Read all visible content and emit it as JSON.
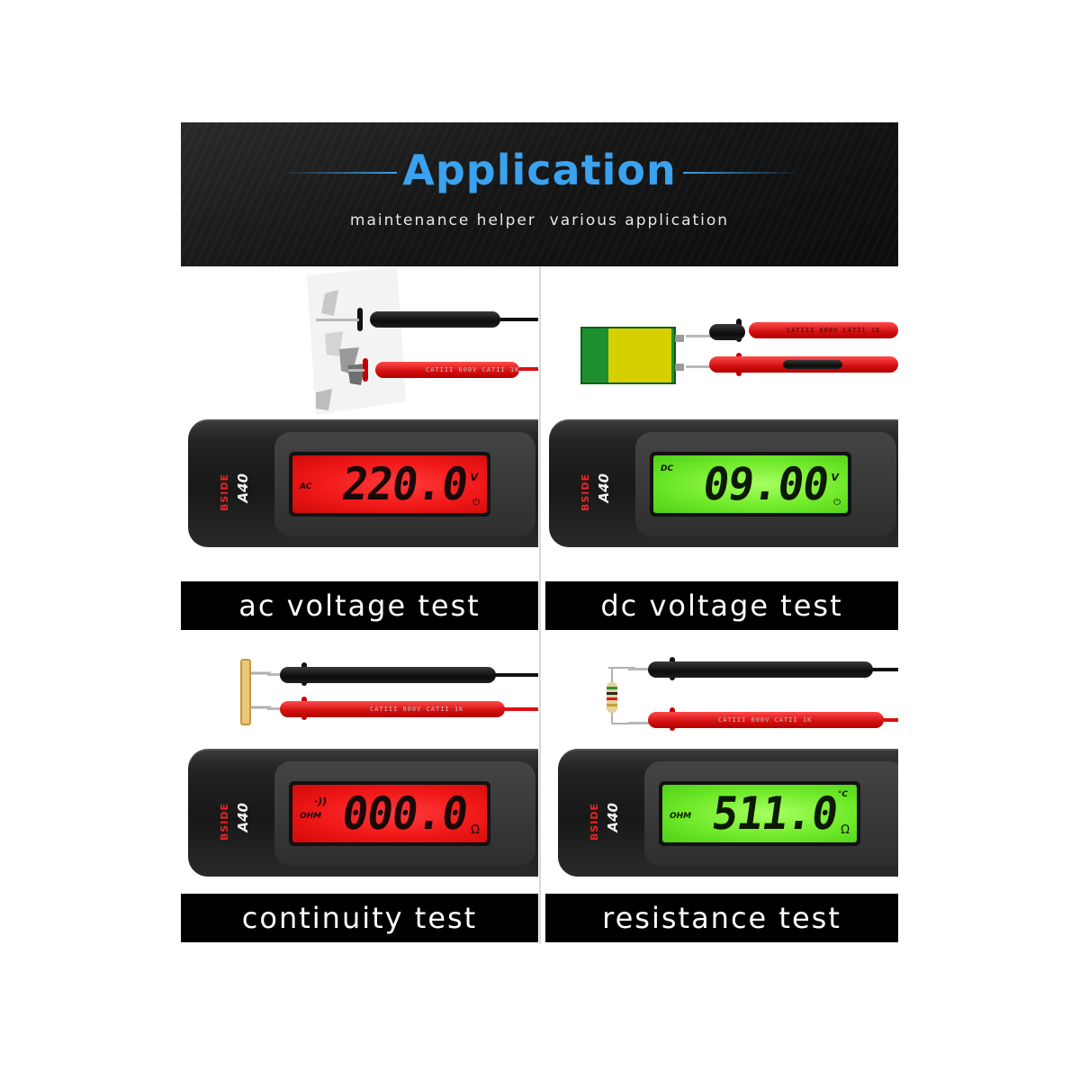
{
  "header": {
    "title": "Application",
    "subtitle": "maintenance helper  various application"
  },
  "panels": [
    {
      "caption": "ac voltage test",
      "reading": "220.0",
      "mode": "AC",
      "unit": "V",
      "symbol": "⏻",
      "lcd_color": "#f01818",
      "brand": "BSIDE",
      "model": "A40"
    },
    {
      "caption": "dc voltage test",
      "reading": "09.00",
      "mode": "DC",
      "unit": "V",
      "symbol": "⏻",
      "lcd_color": "#71ea2a",
      "brand": "BSIDE",
      "model": "A40"
    },
    {
      "caption": "continuity test",
      "reading": "000.0",
      "mode": "OHM",
      "unit": "·))",
      "symbol": "Ω",
      "lcd_color": "#f01818",
      "brand": "BSIDE",
      "model": "A40"
    },
    {
      "caption": "resistance test",
      "reading": "511.0",
      "mode": "OHM",
      "unit": "°C",
      "symbol": "Ω",
      "lcd_color": "#71ea2a",
      "brand": "BSIDE",
      "model": "A40"
    }
  ],
  "lead_label": "CATIII 600V CATII 1K"
}
